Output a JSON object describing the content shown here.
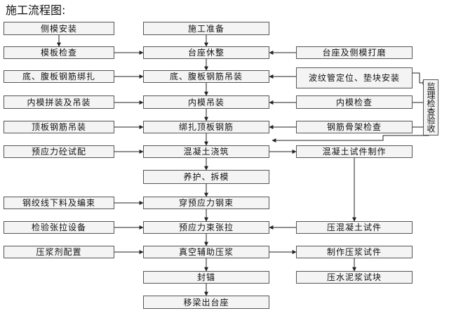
{
  "title": "施工流程图:",
  "nodes": {
    "side_mold_install": "侧模安装",
    "construction_prep": "施工准备",
    "mold_inspection": "模板检查",
    "pedestal_repair": "台座休整",
    "pedestal_side_mold_polish": "台座及侧模打磨",
    "bottom_web_rebar_binding": "底、腹板钢筋绑扎",
    "bottom_web_rebar_hoisting": "底、腹板钢筋吊装",
    "duct_positioning_pad_install": "波纹管定位、垫块安装",
    "inner_mold_assembly_hoisting": "内模拼装及吊装",
    "inner_mold_hoisting": "内模吊装",
    "inner_mold_inspection": "内模检查",
    "supervision_inspection": "监理检查验收",
    "top_slab_rebar_hoisting": "顶板钢筋吊装",
    "top_slab_rebar_binding": "绑扎顶板钢筋",
    "rebar_frame_inspection": "钢筋骨架检查",
    "prestress_concrete_trial_mix": "预应力砼试配",
    "concrete_pouring": "混凝土浇筑",
    "concrete_specimen_making": "混凝土试件制作",
    "curing_demolding": "养护、拆模",
    "strand_cutting_bundling": "钢绞线下料及编束",
    "threading_prestress_strands": "穿预应力钢束",
    "tensioning_equipment_check": "检验张拉设备",
    "prestress_tensioning": "预应力束张拉",
    "concrete_specimen_compression": "压混凝土试件",
    "grout_mix_preparation": "压浆剂配置",
    "vacuum_grouting": "真空辅助压浆",
    "grout_specimen_making": "制作压浆试件",
    "anchor_sealing": "封锚",
    "grout_block_test": "压水泥浆试块",
    "girder_removal": "移梁出台座"
  }
}
